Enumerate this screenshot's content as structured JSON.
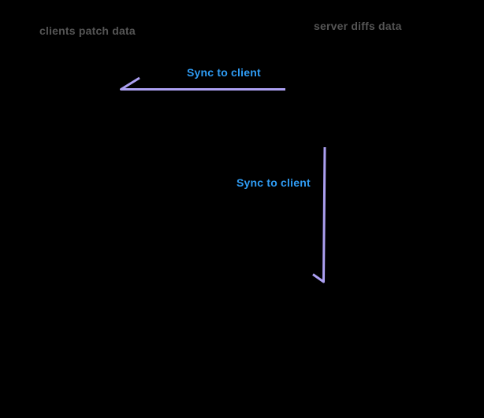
{
  "diagram": {
    "top_left_label": "clients patch data",
    "top_right_label": "server diffs data",
    "arrows": [
      {
        "name": "sync-to-client-left-arrow",
        "label": "Sync to client",
        "direction": "left"
      },
      {
        "name": "sync-to-client-down-arrow",
        "label": "Sync to client",
        "direction": "down"
      }
    ]
  },
  "colors": {
    "background": "#000000",
    "node_label": "#555555",
    "sync_label": "#2f9cf4",
    "arrow": "#aca0f2"
  }
}
